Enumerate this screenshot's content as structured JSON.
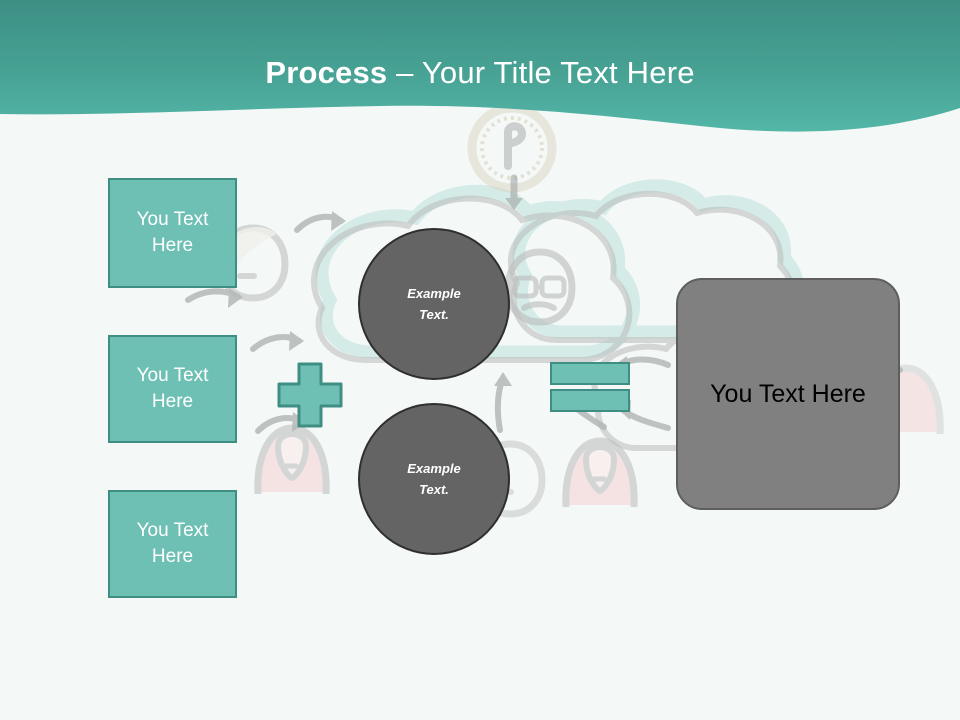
{
  "slide": {
    "background_color": "#f4f8f7",
    "accent_teal": "#6fc0b4",
    "accent_teal_border": "#3f8e83",
    "gray_fill": "#646464",
    "gray_result_fill": "#808080"
  },
  "header": {
    "title_strong": "Process",
    "title_rest": " – Your Title Text Here",
    "gradient_from": "#3d8f84",
    "gradient_to": "#53b6a7",
    "text_color": "#ffffff"
  },
  "input_boxes": [
    {
      "label": "You Text Here"
    },
    {
      "label": "You Text Here"
    },
    {
      "label": "You Text Here"
    }
  ],
  "operators": {
    "plus": {
      "symbol": "+",
      "icon": "plus-cross-shape"
    },
    "equals": {
      "symbol": "=",
      "icon": "equals-bars-shape"
    }
  },
  "circles": [
    {
      "line1": "Example",
      "line2": "Text."
    },
    {
      "line1": "Example",
      "line2": "Text."
    }
  ],
  "result": {
    "label": "You Text Here"
  },
  "background_art": {
    "description": "faded hand-drawn doodle of cartoon people, clouds, curved arrows and a coin",
    "elements": [
      "coin-medal-doodle",
      "down-arrow-doodle",
      "cloud-doodle",
      "face-with-glasses-doodle",
      "face-left-doodle",
      "face-pink-hair-doodle",
      "curved-arrow-doodle"
    ]
  }
}
